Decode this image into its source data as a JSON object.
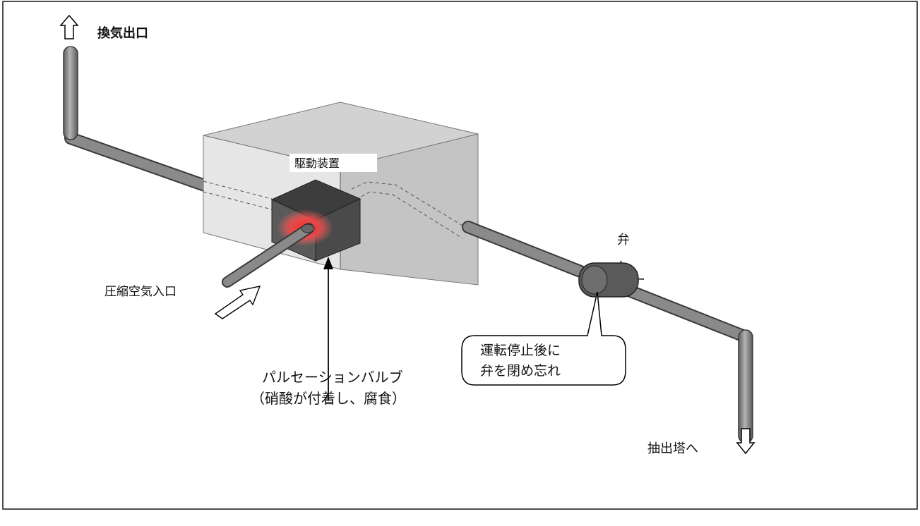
{
  "labels": {
    "exhaust_outlet": "換気出口",
    "drive_unit": "駆動装置",
    "valve": "弁",
    "compressed_air_inlet": "圧縮空気入口",
    "pulsation_valve_line1": "パルセーションバルブ",
    "pulsation_valve_line2": "（硝酸が付着し、腐食）",
    "valve_note_line1": "運転停止後に",
    "valve_note_line2": "弁を閉め忘れ",
    "to_extraction_tower": "抽出塔へ"
  },
  "colors": {
    "pipe_fill": "#8a8a8a",
    "pipe_outline": "#3a3a3a",
    "box_front": "#e6e6e6",
    "box_top": "#d2d2d2",
    "box_side": "#c4c4c4",
    "valve_block": "#575757",
    "corrosion_glow": "#ff2a2a"
  },
  "icons": {
    "exhaust_arrow": "arrow-up-icon",
    "extraction_arrow": "arrow-down-icon",
    "inlet_arrow": "arrow-up-right-icon"
  }
}
